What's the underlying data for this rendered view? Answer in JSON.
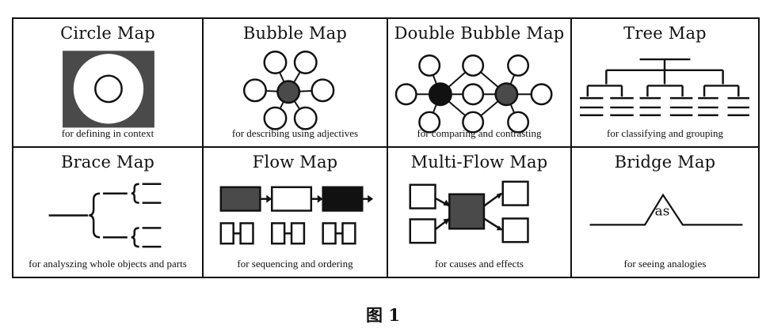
{
  "figure": {
    "caption": "图 1",
    "cells": [
      {
        "title": "Circle Map",
        "caption": "for defining in context",
        "icon": "circle-map-icon"
      },
      {
        "title": "Bubble Map",
        "caption": "for describing using adjectives",
        "icon": "bubble-map-icon"
      },
      {
        "title": "Double Bubble Map",
        "caption": "for comparing and contrasting",
        "icon": "double-bubble-map-icon"
      },
      {
        "title": "Tree Map",
        "caption": "for classifying and grouping",
        "icon": "tree-map-icon"
      },
      {
        "title": "Brace Map",
        "caption": "for analyszing whole objects and parts",
        "icon": "brace-map-icon"
      },
      {
        "title": "Flow Map",
        "caption": "for sequencing and ordering",
        "icon": "flow-map-icon"
      },
      {
        "title": "Multi-Flow Map",
        "caption": "for causes and effects",
        "icon": "multi-flow-map-icon"
      },
      {
        "title": "Bridge Map",
        "caption": "for seeing analogies",
        "icon": "bridge-map-icon",
        "bridge_label": "as"
      }
    ]
  },
  "colors": {
    "ink": "#111111",
    "fill_gray": "#4a4a4a",
    "fill_black": "#111111"
  }
}
